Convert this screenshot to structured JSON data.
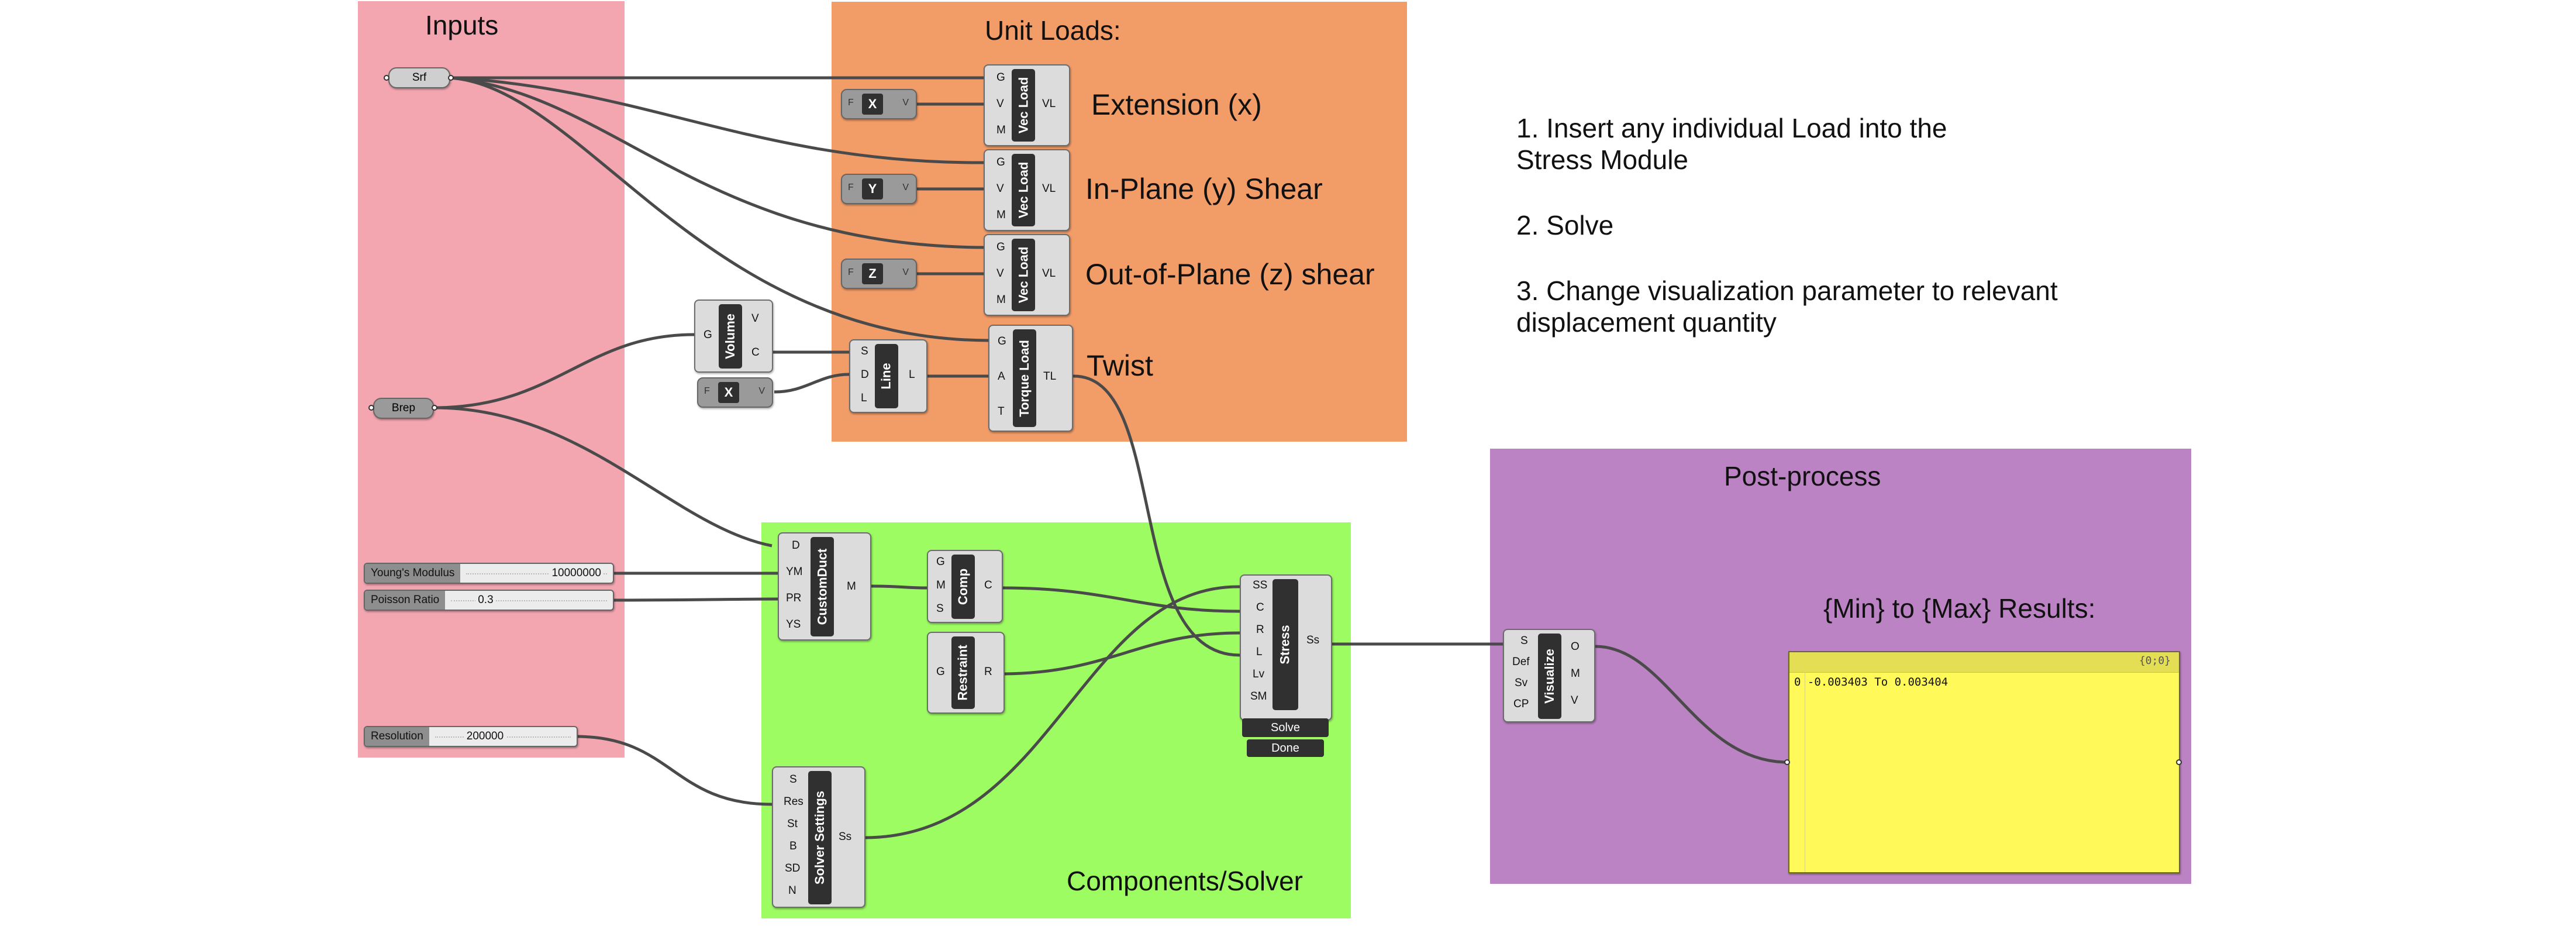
{
  "groups": {
    "inputs": {
      "title": "Inputs",
      "color": "#f4a6b0"
    },
    "unit_loads": {
      "title": "Unit Loads:",
      "color": "#f29c68"
    },
    "components_solver": {
      "title": "Components/Solver",
      "color": "#9dfc62"
    },
    "post_process": {
      "title": "Post-process",
      "color": "#bc83c4"
    }
  },
  "params": {
    "srf": "Srf",
    "brep": "Brep"
  },
  "sliders": [
    {
      "name": "Young's Modulus",
      "value": "10000000"
    },
    {
      "name": "Poisson Ratio",
      "value": "0.3"
    },
    {
      "name": "Resolution",
      "value": "200000"
    }
  ],
  "unit_vectors": {
    "input": "F",
    "output": "V",
    "x": "X",
    "y": "Y",
    "z": "Z"
  },
  "components": {
    "vec_load": {
      "label": "Vec Load",
      "inputs": [
        "G",
        "V",
        "M"
      ],
      "output": "VL"
    },
    "torque_load": {
      "label": "Torque Load",
      "inputs": [
        "G",
        "A",
        "T"
      ],
      "output": "TL"
    },
    "volume": {
      "label": "Volume",
      "inputs": [
        "G"
      ],
      "outputs": [
        "V",
        "C"
      ]
    },
    "line": {
      "label": "Line",
      "inputs": [
        "S",
        "D",
        "L"
      ],
      "output": "L"
    },
    "custom_duct": {
      "label": "CustomDuct",
      "inputs": [
        "D",
        "YM",
        "PR",
        "YS"
      ],
      "output": "M"
    },
    "comp": {
      "label": "Comp",
      "inputs": [
        "G",
        "M",
        "S"
      ],
      "output": "C"
    },
    "restraint": {
      "label": "Restraint",
      "inputs": [
        "G"
      ],
      "output": "R"
    },
    "stress": {
      "label": "Stress",
      "inputs": [
        "SS",
        "C",
        "R",
        "L",
        "Lv",
        "SM"
      ],
      "output": "Ss",
      "solve_button": "Solve",
      "status": "Done"
    },
    "solver_settings": {
      "label": "Solver Settings",
      "inputs": [
        "S",
        "Res",
        "St",
        "B",
        "SD",
        "N"
      ],
      "output": "Ss"
    },
    "visualize": {
      "label": "Visualize",
      "inputs": [
        "S",
        "Def",
        "Sv",
        "CP"
      ],
      "outputs": [
        "O",
        "M",
        "V"
      ]
    }
  },
  "load_labels": {
    "extension": "Extension (x)",
    "in_plane": "In-Plane (y) Shear",
    "out_of_plane": "Out-of-Plane (z) shear",
    "twist": "Twist"
  },
  "instructions": [
    "1. Insert any individual Load into the",
    "Stress Module",
    "2. Solve",
    "3. Change visualization parameter to relevant",
    "displacement quantity"
  ],
  "results": {
    "title": "{Min} to {Max} Results:",
    "panel_path": "{0;0}",
    "panel_line": "0 -0.003403 To 0.003404"
  }
}
